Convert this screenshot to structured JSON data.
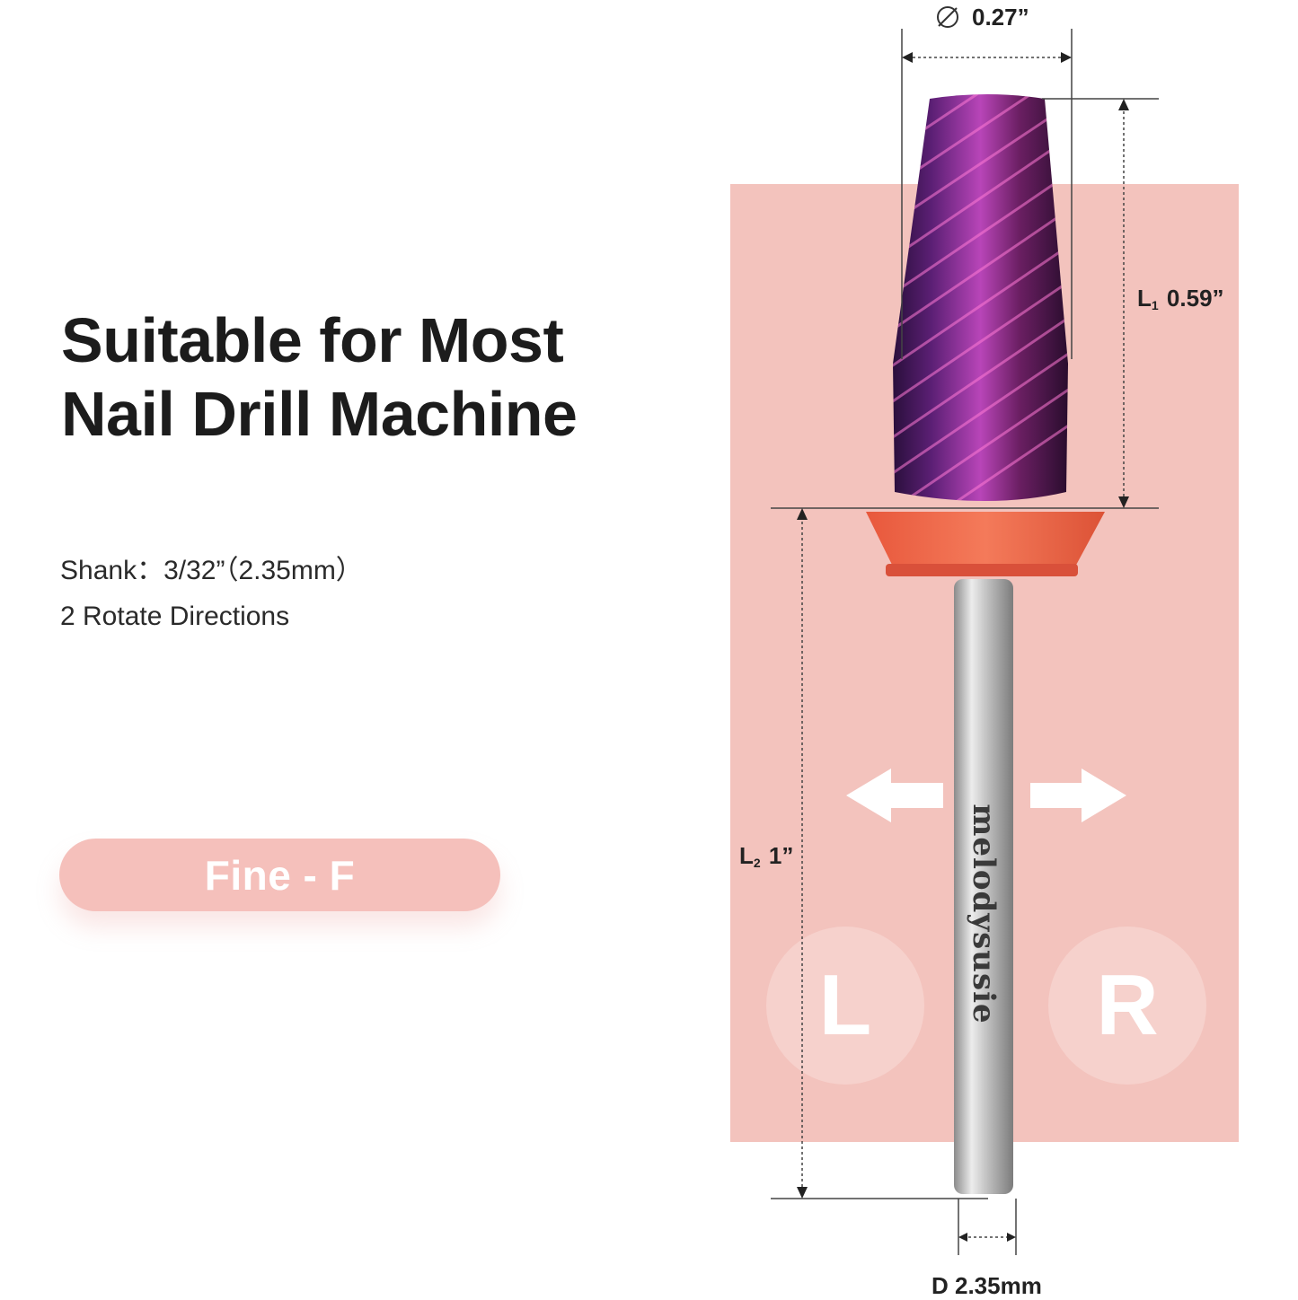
{
  "headline": {
    "line1": "Suitable for Most",
    "line2": "Nail Drill Machine"
  },
  "specs": {
    "shank": "Shank：3/32”（2.35mm）",
    "rotate": "2 Rotate Directions"
  },
  "grit_badge": "Fine - F",
  "brand_on_shank": "melodysusie",
  "rotation": {
    "left": "L",
    "right": "R"
  },
  "dimensions": {
    "head_diameter": "0.27”",
    "head_length_label": "L",
    "head_length_sub": "1",
    "head_length_value": "0.59”",
    "total_length_label": "L",
    "total_length_sub": "2",
    "total_length_value": "1”",
    "shank_diameter": "D 2.35mm"
  },
  "colors": {
    "panel": "#f3c3bd",
    "badge": "#f5c0bb",
    "collar": "#ee6a4d",
    "bit": "#6a1f6e",
    "text": "#1c1c1c"
  },
  "icons": [
    "diameter-icon",
    "arrow-left-icon",
    "arrow-right-icon"
  ]
}
